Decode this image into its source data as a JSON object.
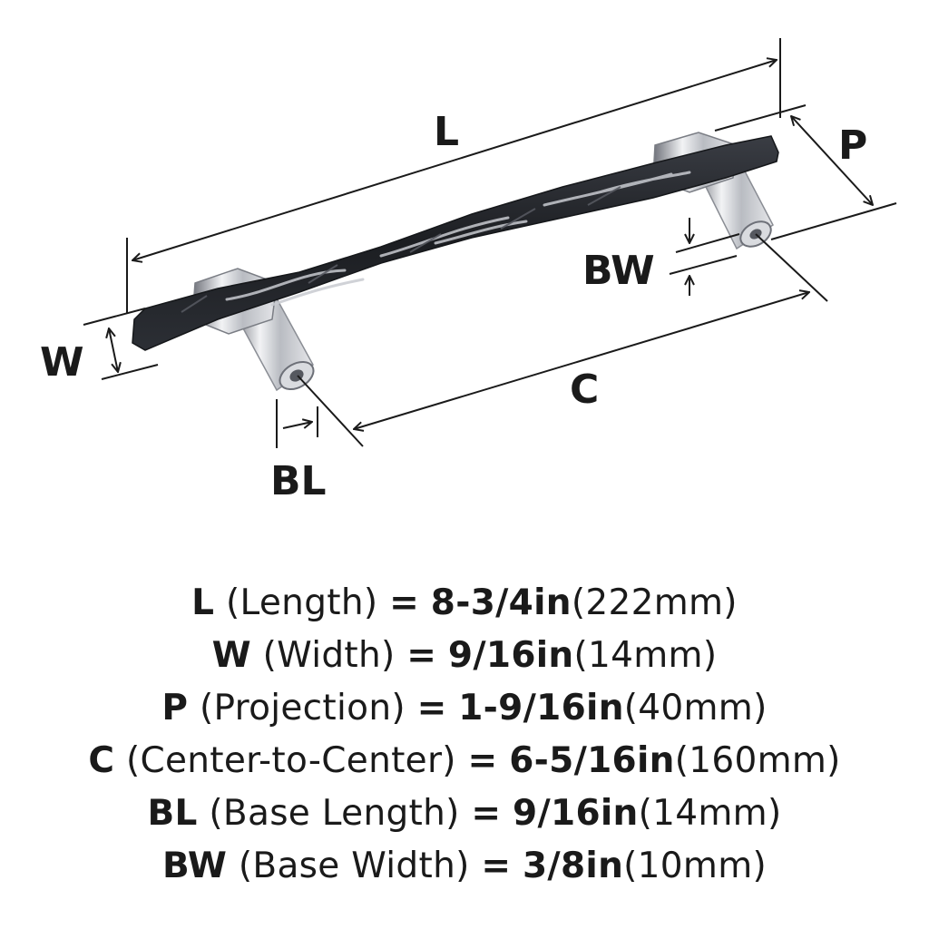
{
  "diagram": {
    "labels": {
      "L": "L",
      "P": "P",
      "W": "W",
      "BW": "BW",
      "BL": "BL",
      "C": "C"
    }
  },
  "colors": {
    "ink": "#1a1a1a",
    "bar_dark": "#24262b",
    "bar_highlight": "#c8cad0",
    "chrome_light": "#f2f3f5",
    "chrome_mid": "#b9bcc2",
    "chrome_dark": "#6d7078"
  },
  "specs": [
    {
      "code": "L",
      "name": "(Length)",
      "eq": "=",
      "imperial": "8-3/4in",
      "metric": "(222mm)"
    },
    {
      "code": "W",
      "name": "(Width)",
      "eq": "=",
      "imperial": "9/16in",
      "metric": "(14mm)"
    },
    {
      "code": "P",
      "name": "(Projection)",
      "eq": "=",
      "imperial": "1-9/16in",
      "metric": "(40mm)"
    },
    {
      "code": "C",
      "name": "(Center-to-Center)",
      "eq": "=",
      "imperial": "6-5/16in",
      "metric": "(160mm)"
    },
    {
      "code": "BL",
      "name": "(Base Length)",
      "eq": "=",
      "imperial": "9/16in",
      "metric": "(14mm)"
    },
    {
      "code": "BW",
      "name": "(Base Width)",
      "eq": "=",
      "imperial": "3/8in",
      "metric": "(10mm)"
    }
  ]
}
